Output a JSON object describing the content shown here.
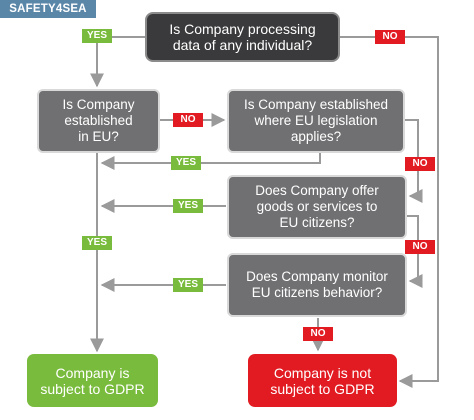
{
  "logo": "SAFETY4SEA",
  "nodes": {
    "q1": "Is Company processing\ndata of any individual?",
    "q2": "Is Company\nestablished\nin EU?",
    "q3": "Is Company established\nwhere EU legislation\napplies?",
    "q4": "Does Company offer\ngoods or services to\nEU citizens?",
    "q5": "Does Company monitor\nEU citizens behavior?",
    "subject": "Company is\nsubject to GDPR",
    "not_subject": "Company is not\nsubject to GDPR"
  },
  "labels": {
    "yes": "YES",
    "no": "NO"
  },
  "colors": {
    "question_dark": "#3a3a3c",
    "question_gray": "#707072",
    "yes_green": "#79bb3c",
    "no_red": "#e21b22",
    "connector": "#9a9a9a"
  }
}
